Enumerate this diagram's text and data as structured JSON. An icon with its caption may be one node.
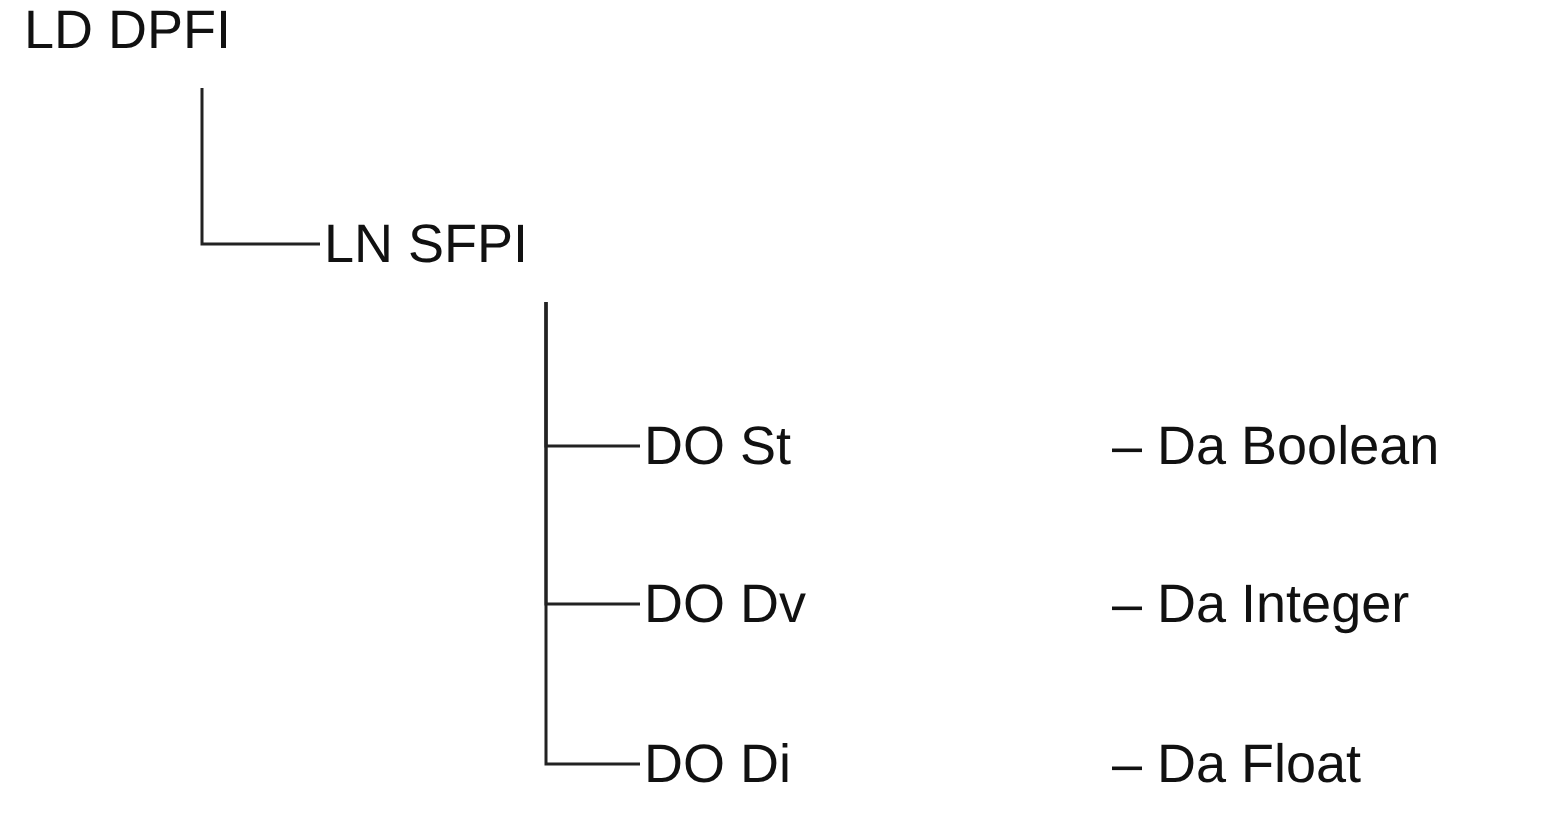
{
  "diagram": {
    "nodes": [
      {
        "text": [
          "LD DPFI"
        ]
      },
      {
        "text": [
          "LN SFPI"
        ]
      },
      {
        "text": [
          "DO St"
        ]
      },
      {
        "text": [
          "DO Dv"
        ]
      },
      {
        "text": [
          "DO Di"
        ]
      }
    ],
    "edges": [
      {
        "from": 0,
        "to": 1,
        "arrow": "none"
      },
      {
        "from": 1,
        "to": 2,
        "arrow": "none"
      },
      {
        "from": 1,
        "to": 3,
        "arrow": "none"
      },
      {
        "from": 1,
        "to": 4,
        "arrow": "none"
      }
    ],
    "labels": [
      "– Da Boolean",
      "– Da Integer",
      "– Da Float"
    ]
  }
}
